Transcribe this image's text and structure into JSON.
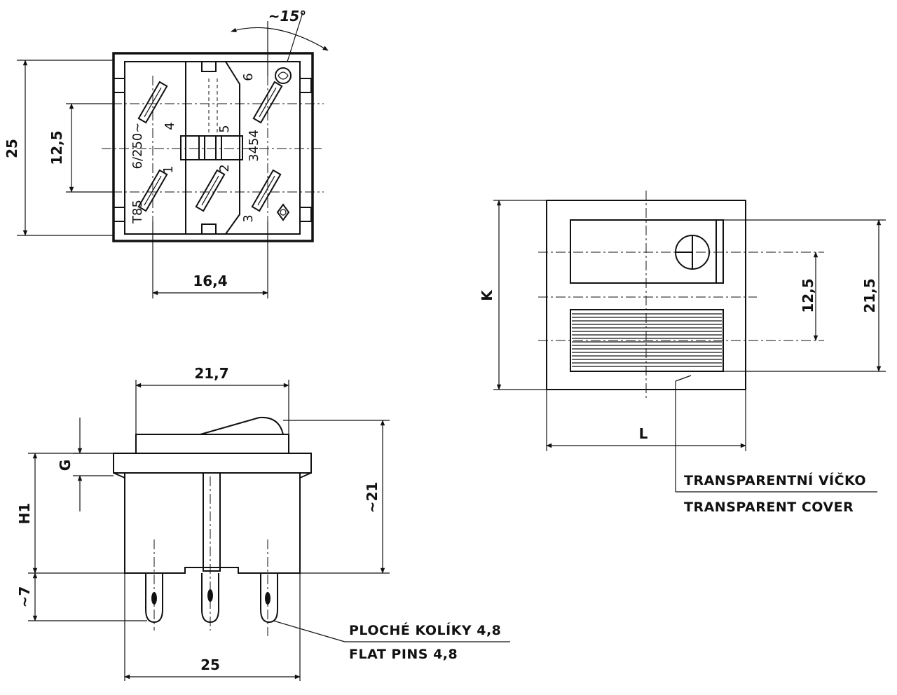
{
  "colors": {
    "ink": "#111111",
    "paper": "#ffffff"
  },
  "top_view": {
    "angle": "~15°",
    "dim_height": "25",
    "dim_pitch": "12,5",
    "dim_width": "16,4",
    "terminals": [
      "1",
      "2",
      "3",
      "4",
      "5",
      "6"
    ],
    "rating": "6/250~",
    "temp": "T85",
    "code": "3454"
  },
  "side_view": {
    "dim_top": "21,7",
    "dim_height": "~21",
    "dim_g": "G",
    "dim_h1": "H1",
    "dim_pin": "~7",
    "dim_bottom": "25",
    "note_cz": "PLOCHÉ KOLÍKY 4,8",
    "note_en": "FLAT PINS 4,8"
  },
  "front_view": {
    "dim_k": "K",
    "dim_l": "L",
    "dim_pitch": "12,5",
    "dim_height": "21,5",
    "note_cz": "TRANSPARENTNÍ VÍČKO",
    "note_en": "TRANSPARENT COVER"
  }
}
